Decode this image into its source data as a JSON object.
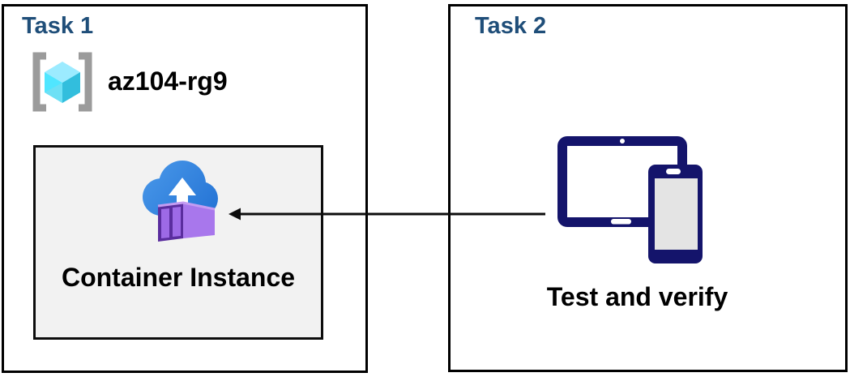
{
  "task1": {
    "title": "Task 1",
    "resource_group": {
      "name": "az104-rg9",
      "icon": "resource-group-icon"
    },
    "container_instance": {
      "label": "Container Instance",
      "icon": "container-instance-icon"
    }
  },
  "task2": {
    "title": "Task 2",
    "caption": "Test and verify",
    "icon": "devices-icon"
  },
  "connector": {
    "type": "arrow",
    "direction": "right-to-left",
    "from": "devices-icon",
    "to": "container-instance-box"
  },
  "colors": {
    "task_title_blue": "#1F4E79",
    "box_border_black": "#000000",
    "container_box_fill": "#F2F2F2",
    "device_navy": "#14146B",
    "phone_screen_gray": "#E4E4E4",
    "cloud_blue_light": "#4796E8",
    "cloud_blue_dark": "#2372D4",
    "container_purple_side": "#A877EC",
    "container_purple_frame": "#5A2D9E",
    "container_purple_door": "#9D6AE6",
    "cube_cyan_top": "#9CEBFF",
    "cube_cyan_left": "#50E6FF",
    "cube_cyan_right": "#32BEDD",
    "bracket_gray": "#9B9B9B"
  }
}
